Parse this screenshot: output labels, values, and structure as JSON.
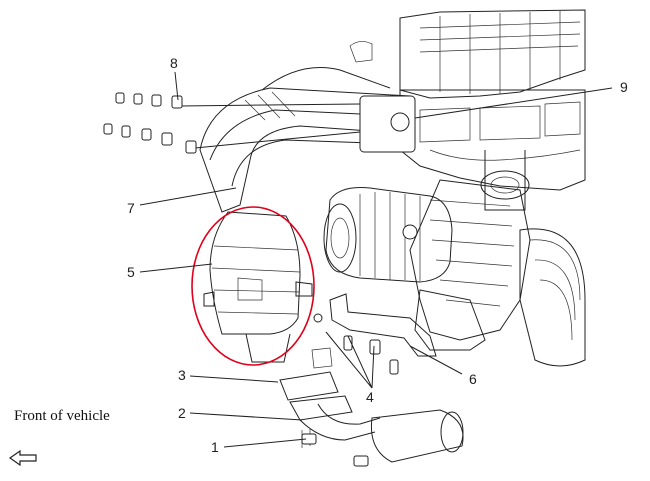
{
  "callouts": [
    {
      "id": "1",
      "label": "1"
    },
    {
      "id": "2",
      "label": "2"
    },
    {
      "id": "3",
      "label": "3"
    },
    {
      "id": "4",
      "label": "4"
    },
    {
      "id": "5",
      "label": "5"
    },
    {
      "id": "6",
      "label": "6"
    },
    {
      "id": "7",
      "label": "7"
    },
    {
      "id": "8",
      "label": "8"
    },
    {
      "id": "9",
      "label": "9"
    }
  ],
  "front_label": "Front of vehicle",
  "icons": {
    "direction": "left-arrow-icon"
  },
  "colors": {
    "highlight": "#e0001b",
    "ink": "#222222"
  }
}
